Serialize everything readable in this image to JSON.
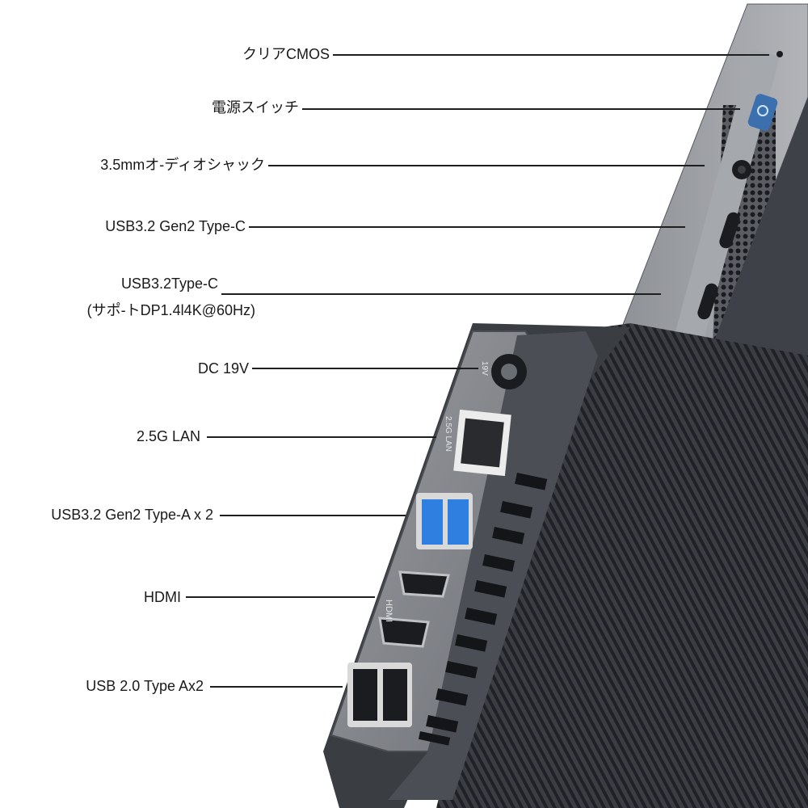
{
  "callouts": [
    {
      "id": "clear-cmos",
      "label": "クリアCMOS"
    },
    {
      "id": "power-switch",
      "label": "電源スイッチ"
    },
    {
      "id": "audio-jack",
      "label": "3.5mmオ-ディオシャック"
    },
    {
      "id": "usb32-gen2-typec",
      "label": "USB3.2 Gen2 Type-C"
    },
    {
      "id": "usb32-typec",
      "label": "USB3.2Type-C",
      "sublabel": "(サポ-トDP1.4l4K@60Hz)"
    },
    {
      "id": "dc-19v",
      "label": "DC 19V"
    },
    {
      "id": "lan-25g",
      "label": "2.5G LAN"
    },
    {
      "id": "usb32-typea",
      "label": "USB3.2 Gen2 Type-A x 2"
    },
    {
      "id": "hdmi",
      "label": "HDMI"
    },
    {
      "id": "usb20-typea",
      "label": "USB 2.0 Type Ax2"
    }
  ],
  "device_markings": {
    "hdmi": "HDMI",
    "lan": "2.5G LAN",
    "dc": "19V"
  },
  "colors": {
    "chassis": "#3d4046",
    "panel": "#8a8d93",
    "usb3_blue": "#2f7fe0",
    "power_led": "#3aa0ff"
  }
}
